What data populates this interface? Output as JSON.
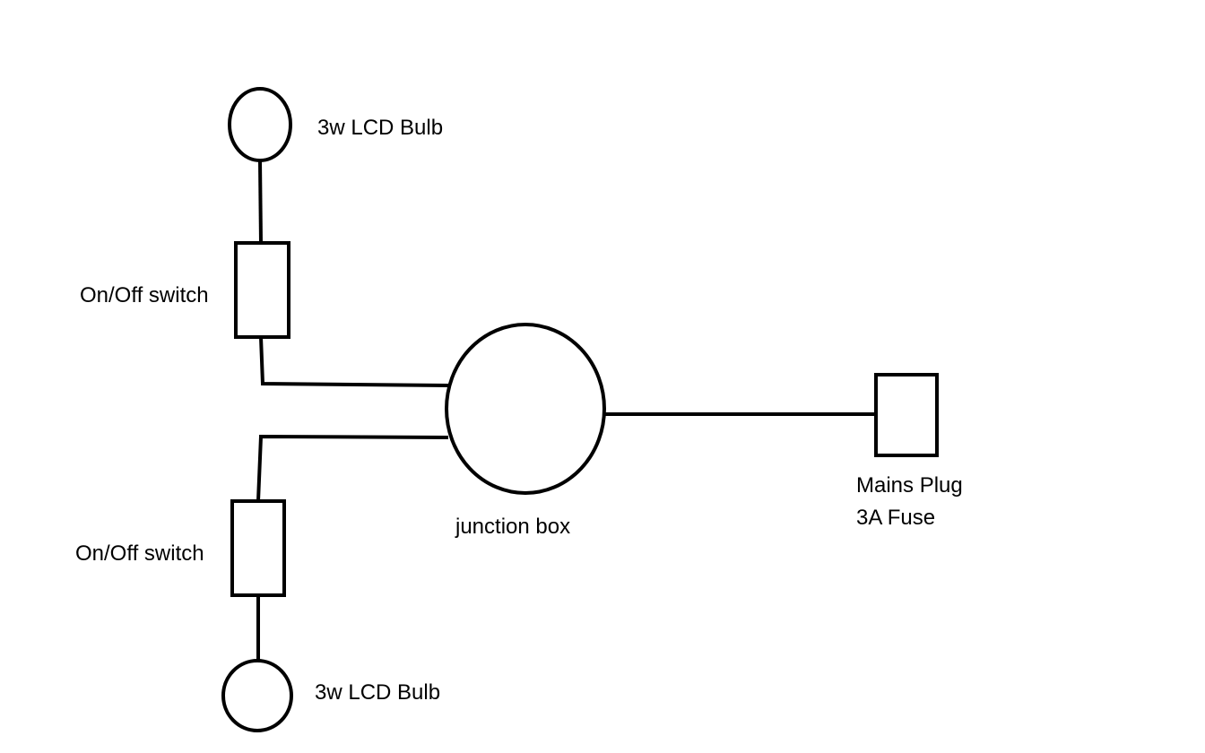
{
  "diagram": {
    "labels": {
      "top_bulb": "3w LCD Bulb",
      "top_switch": "On/Off switch",
      "junction_box": "junction box",
      "mains_plug": "Mains Plug",
      "fuse": "3A Fuse",
      "bottom_switch": "On/Off switch",
      "bottom_bulb": "3w LCD Bulb"
    },
    "colors": {
      "stroke": "#000000",
      "background": "#ffffff"
    }
  }
}
